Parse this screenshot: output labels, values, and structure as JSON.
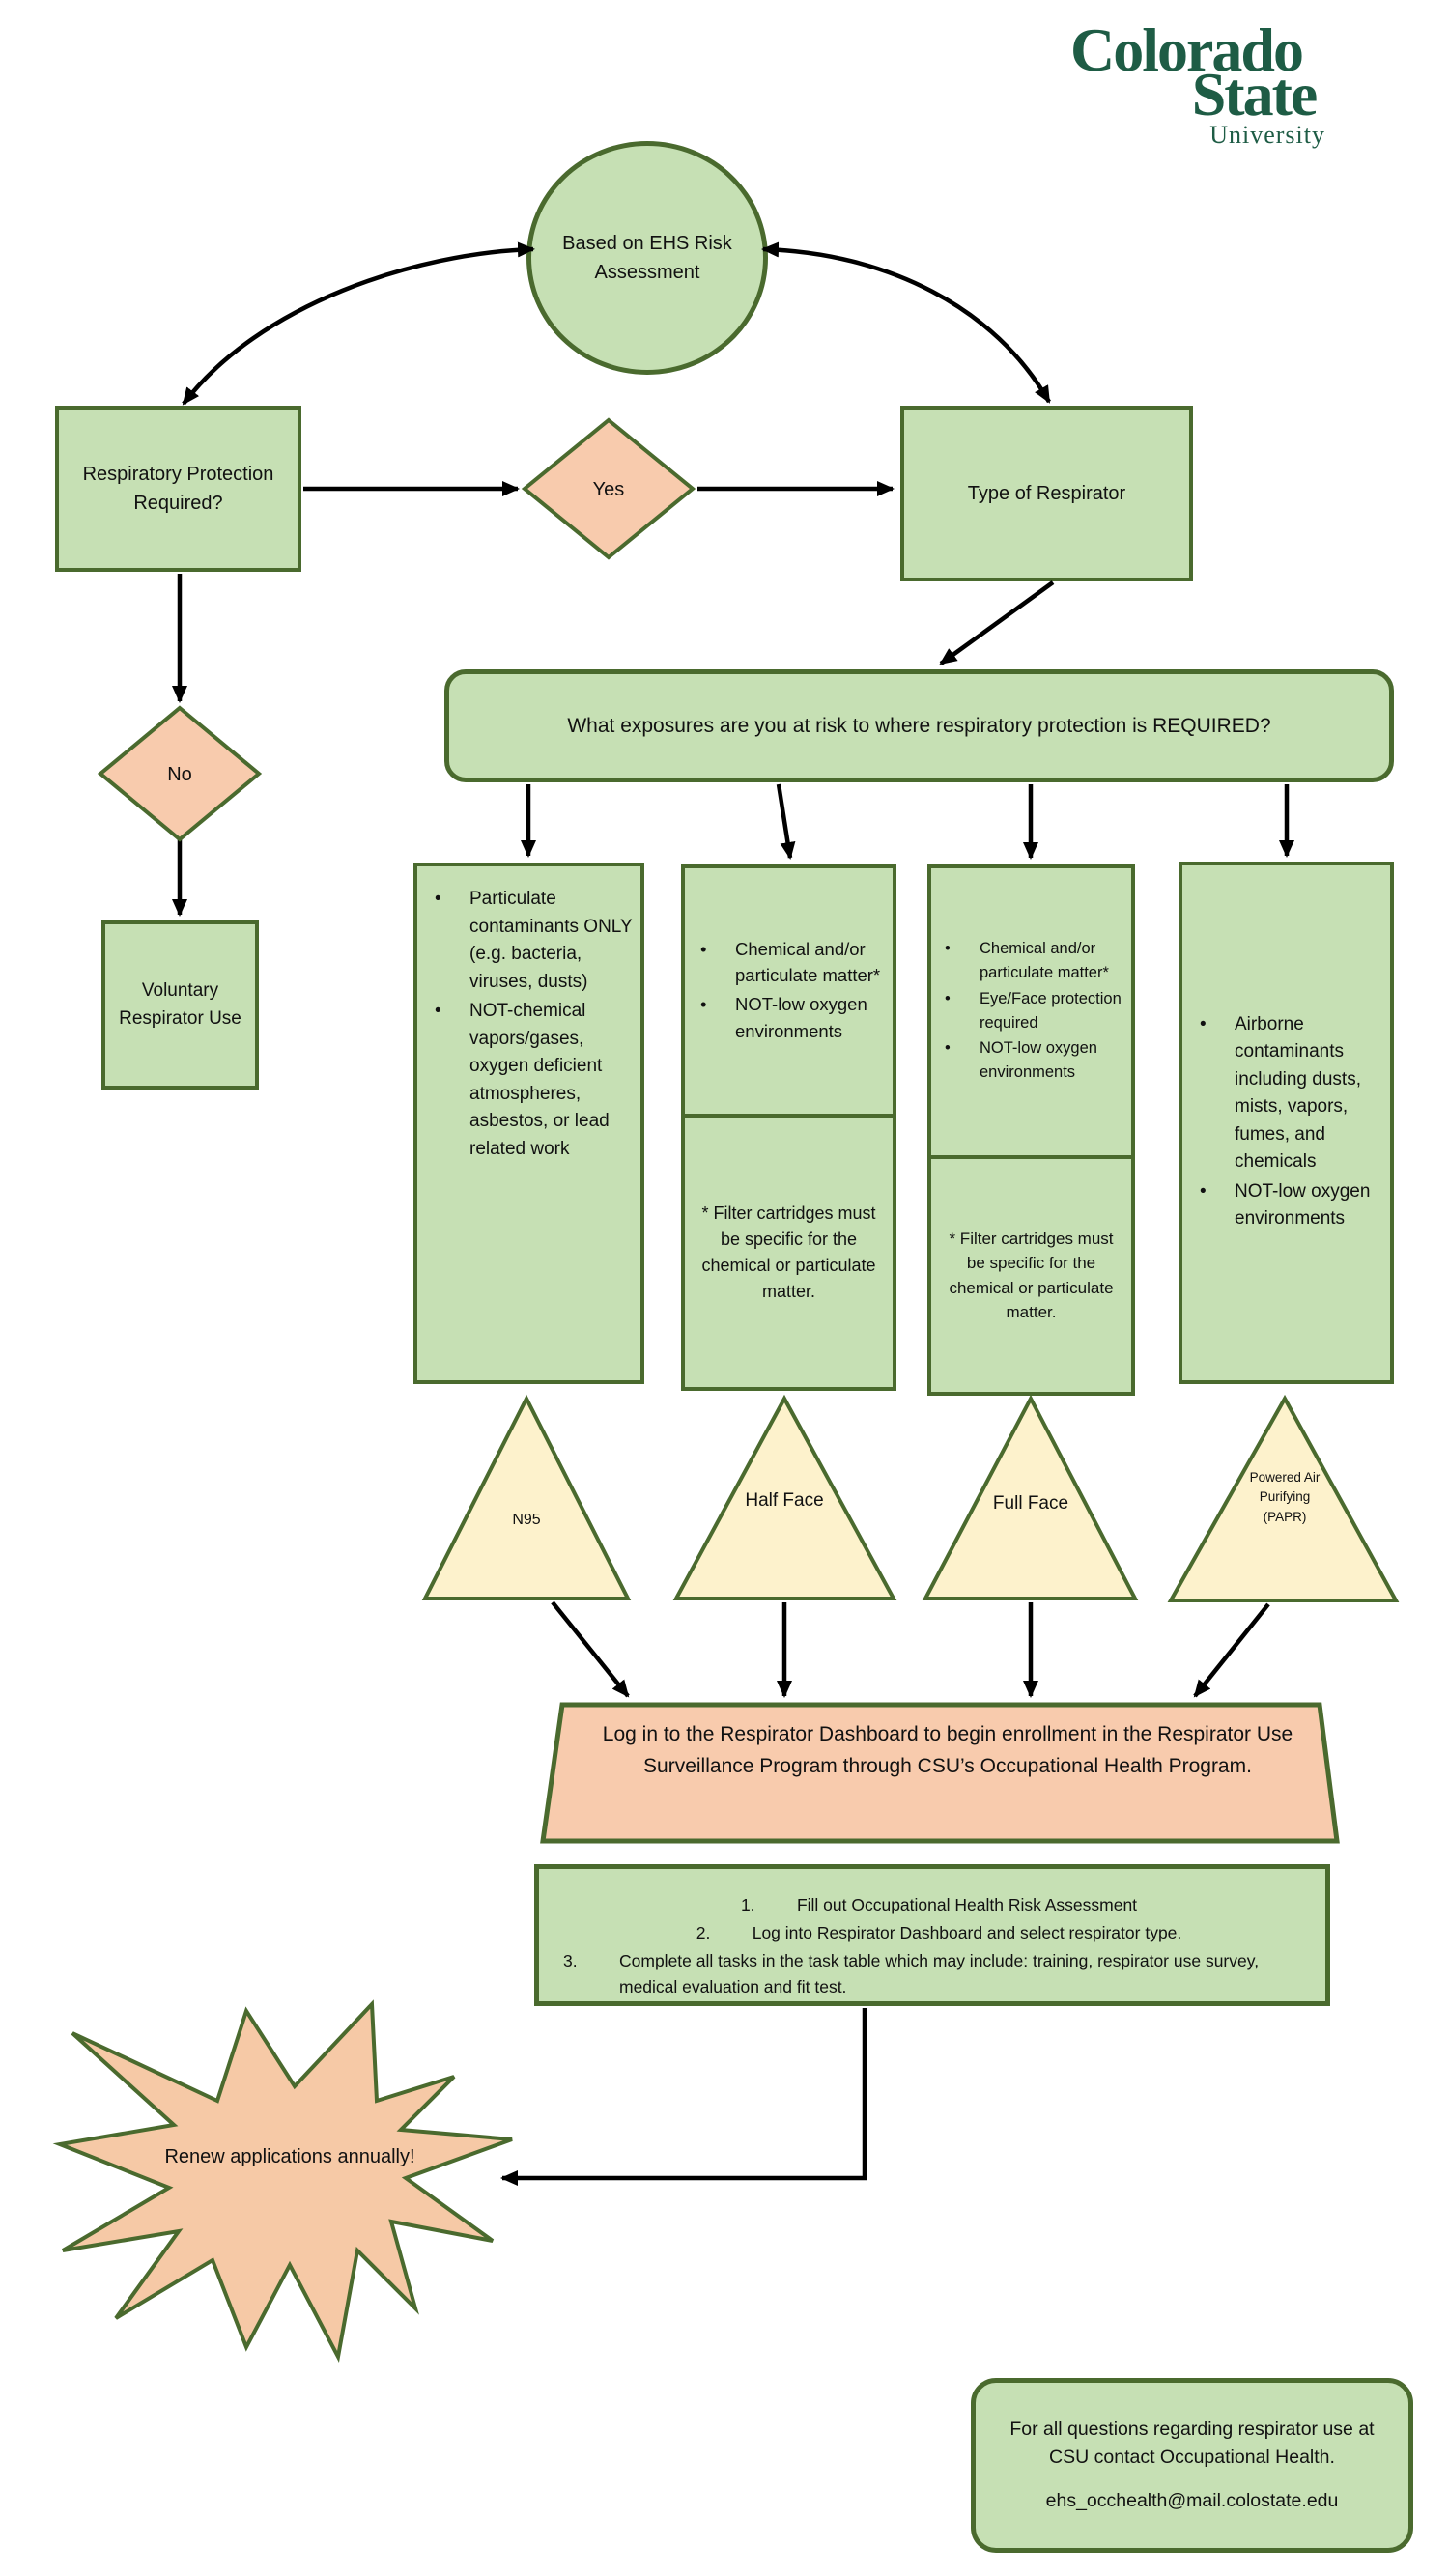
{
  "logo": {
    "word1": "Colorado",
    "word2": "State",
    "word3": "University",
    "color": "#1E5C45"
  },
  "flow": {
    "risk_circle": "Based on EHS Risk Assessment",
    "required": "Respiratory Protection Required?",
    "yes": "Yes",
    "no": "No",
    "type": "Type of Respirator",
    "voluntary": "Voluntary Respirator Use",
    "exposures": "What exposures are you at risk to where respiratory protection is REQUIRED?",
    "col1": {
      "bullets": [
        "Particulate contaminants ONLY (e.g. bacteria, viruses, dusts)",
        "NOT-chemical vapors/gases, oxygen deficient atmospheres, asbestos, or lead related work"
      ]
    },
    "col2": {
      "bullets": [
        "Chemical and/or particulate matter*",
        "NOT-low oxygen environments"
      ],
      "note": "* Filter cartridges must be specific for the chemical or particulate matter."
    },
    "col3": {
      "bullets": [
        "Chemical and/or particulate matter*",
        "Eye/Face protection required",
        "NOT-low oxygen environments"
      ],
      "note": "* Filter cartridges must be specific for the chemical or particulate matter."
    },
    "col4": {
      "bullets": [
        "Airborne contaminants including dusts, mists, vapors, fumes, and chemicals",
        "NOT-low oxygen environments"
      ]
    },
    "triangles": {
      "n95": "N95",
      "half": "Half Face",
      "full": "Full Face",
      "papr": "Powered Air Purifying (PAPR)"
    },
    "login": "Log in to the Respirator Dashboard to begin enrollment in the Respirator Use Surveillance Program through CSU’s Occupational Health Program.",
    "steps": [
      {
        "n": "1.",
        "text": "Fill out Occupational Health Risk Assessment"
      },
      {
        "n": "2.",
        "text": "Log into Respirator Dashboard and select respirator type."
      },
      {
        "n": "3.",
        "text": "Complete all tasks in the task table which may include: training, respirator use survey, medical evaluation and fit test."
      }
    ],
    "renew": "Renew applications annually!",
    "contact": {
      "text": "For all questions regarding respirator use at CSU contact Occupational Health.",
      "email": "ehs_occhealth@mail.colostate.edu"
    }
  },
  "colors": {
    "node_fill": "#c6e0b4",
    "node_border": "#4a6a2e",
    "accent_fill": "#f8cbad",
    "triangle_fill": "#fdf2cc",
    "arrow": "#000000",
    "logo_green": "#1E5C45"
  }
}
